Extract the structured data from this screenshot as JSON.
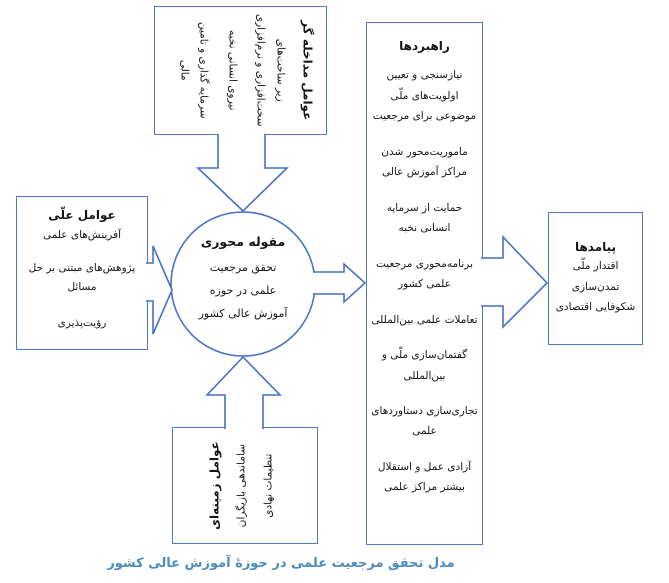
{
  "colors": {
    "shape_stroke": "#4472c4",
    "box_border": "#4d7bc9",
    "text": "#161616",
    "caption": "#4b8cbc",
    "background": "#ffffff"
  },
  "intervening_factors": {
    "title": "عوامل مداخله گر",
    "items": [
      "زیر ساخت‌های سخت‌افزاری و نرم‌افزاری",
      "نیروی انسانی نخبه",
      "سرمایه گذاری و تامین مالی"
    ]
  },
  "causal_factors": {
    "title": "عوامل علّی",
    "items": [
      "آفرینش‌های علمی",
      "پژوهش‌های مبتنی بر حل مسائل",
      "رؤیت‌پذیری"
    ]
  },
  "contextual_factors": {
    "title": "عوامل زمینه‌ای",
    "items": [
      "ساماندهی بازیگران",
      "تنظیمات نهادی"
    ]
  },
  "core_category": {
    "title": "مقوله محوری",
    "lines": [
      "تحقق مرجعیت",
      "علمی در حوزه",
      "آموزش عالی کشور"
    ]
  },
  "strategies": {
    "title": "راهبردها",
    "items": [
      "نیازسنجی و تعیین اولویت‌های ملّی موضوعی برای مرجعیت",
      "ماموریت‌محور شدن مراکز آموزش عالی",
      "حمایت از سرمایه انسانی نخبه",
      "برنامه‌محوری مرجعیت علمی کشور",
      "تعاملات علمی بین‌المللی",
      "گفتمان‌سازی ملّی و بین‌المللی",
      "تجاری‌سازی دستاوردهای علمی",
      "آزادی عمل و استقلال بیشتر مراکز علمی"
    ]
  },
  "outcomes": {
    "title": "پیامدها",
    "items": [
      "اقتدار ملّی",
      "تمدن‌سازی",
      "شکوفایی اقتصادی"
    ]
  },
  "caption": "مدل تحقق مرجعیت علمی در حوزۀ آموزش عالی کشور"
}
